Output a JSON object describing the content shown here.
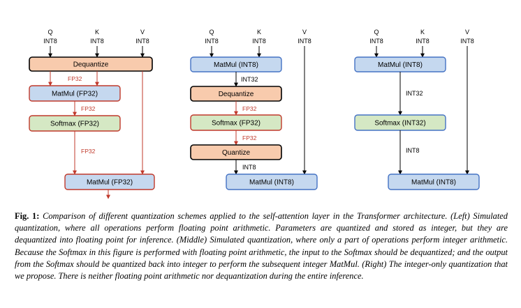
{
  "diagram": {
    "left": {
      "inputs": [
        {
          "name": "Q",
          "dtype": "INT8"
        },
        {
          "name": "K",
          "dtype": "INT8"
        },
        {
          "name": "V",
          "dtype": "INT8"
        }
      ],
      "boxes": {
        "dequantize": "Dequantize",
        "matmul1": "MatMul (FP32)",
        "softmax": "Softmax (FP32)",
        "matmul2": "MatMul (FP32)"
      },
      "edges": {
        "deq_to_mm1": "FP32",
        "mm1_to_softmax": "FP32",
        "softmax_to_mm2": "FP32"
      }
    },
    "middle": {
      "inputs": [
        {
          "name": "Q",
          "dtype": "INT8"
        },
        {
          "name": "K",
          "dtype": "INT8"
        },
        {
          "name": "V",
          "dtype": "INT8"
        }
      ],
      "boxes": {
        "matmul1": "MatMul (INT8)",
        "dequantize": "Dequantize",
        "softmax": "Softmax (FP32)",
        "quantize": "Quantize",
        "matmul2": "MatMul (INT8)"
      },
      "edges": {
        "mm1_to_deq": "INT32",
        "deq_to_softmax": "FP32",
        "softmax_to_quant": "FP32",
        "quant_to_mm2": "INT8"
      }
    },
    "right": {
      "inputs": [
        {
          "name": "Q",
          "dtype": "INT8"
        },
        {
          "name": "K",
          "dtype": "INT8"
        },
        {
          "name": "V",
          "dtype": "INT8"
        }
      ],
      "boxes": {
        "matmul1": "MatMul (INT8)",
        "softmax": "Softmax (INT32)",
        "matmul2": "MatMul (INT8)"
      },
      "edges": {
        "mm1_to_softmax": "INT32",
        "softmax_to_mm2": "INT8"
      }
    },
    "colors": {
      "orange_fill": "#f8cbad",
      "blue_fill": "#c5d8ef",
      "green_fill": "#d5e8c4",
      "blue_stroke": "#4472c4",
      "red_stroke": "#c0392b",
      "black_stroke": "#000000"
    }
  },
  "caption": {
    "label": "Fig. 1:",
    "text": "Comparison of different quantization schemes applied to the self-attention layer in the Transformer architecture. (Left) Simulated quantization, where all operations perform floating point arithmetic. Parameters are quantized and stored as integer, but they are dequantized into floating point for inference. (Middle) Simulated quantization, where only a part of operations perform integer arithmetic. Because the Softmax in this figure is performed with floating point arithmetic, the input to the Softmax should be dequantized; and the output from the Softmax should be quantized back into integer to perform the subsequent integer MatMul. (Right) The integer-only quantization that we propose. There is neither floating point arithmetic nor dequantization during the entire inference."
  }
}
